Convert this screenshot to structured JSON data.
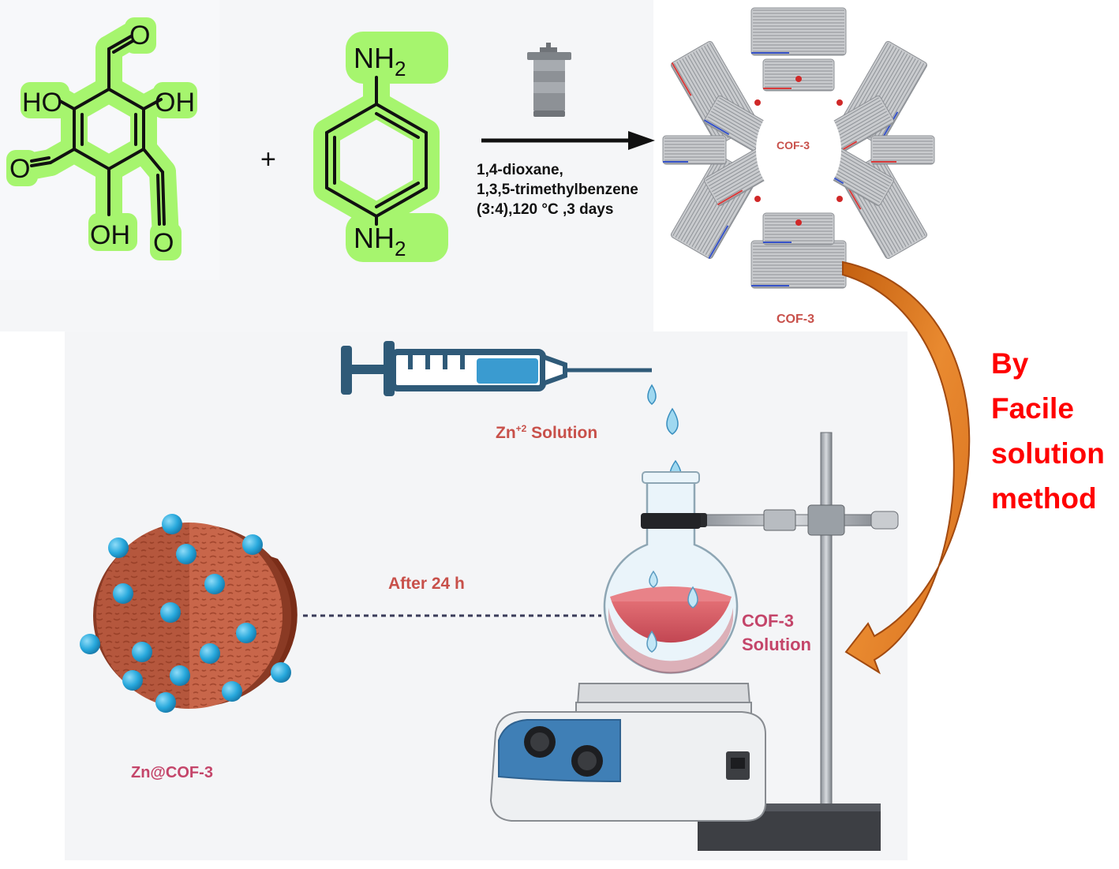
{
  "reaction": {
    "monomer1": {
      "groups": {
        "oh_left": "HO",
        "oh_right": "OH",
        "oh_bottom": "OH",
        "o_top": "O",
        "o_left": "O",
        "o_right": "O"
      }
    },
    "plus_sign": "+",
    "monomer2": {
      "groups": {
        "nh2_top": "NH",
        "nh2_bottom": "NH",
        "subscript": "2"
      }
    },
    "arrow_icon": "autoclave-icon",
    "conditions": [
      "1,4-dioxane,",
      "1,3,5-trimethylbenzene",
      "(3:4),120 °C ,3 days"
    ],
    "product_label_inner": "COF-3",
    "product_label_outer": "COF-3"
  },
  "process_note": [
    "By",
    "Facile",
    "solution",
    "method"
  ],
  "loading": {
    "syringe_label": "Zn",
    "syringe_label_sup": "+2",
    "syringe_label_suffix": " Solution",
    "time_label": "After 24 h",
    "flask_label": [
      "COF-3",
      "Solution"
    ],
    "product_label": "Zn@COF-3"
  },
  "colors": {
    "highlight_green": "#a6f56e",
    "red_text": "#ff0000",
    "maroon_text": "#c8504a",
    "pink_text": "#c4456a",
    "arrow_orange": "#e07a20",
    "syringe_blue": "#2f5a78",
    "droplet_blue": "#7cc9ec",
    "flask_liquid": "#d85a60",
    "sphere_brown": "#b05a3f",
    "dot_blue": "#1fa3d8"
  }
}
